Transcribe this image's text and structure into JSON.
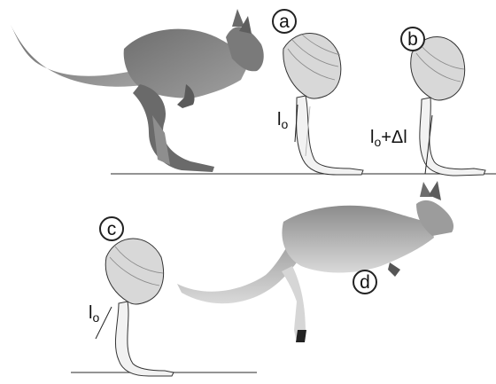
{
  "panels": {
    "a": {
      "letter": "a",
      "length_base": "l",
      "length_sub": "o",
      "length_suffix": ""
    },
    "b": {
      "letter": "b",
      "length_base": "l",
      "length_sub": "o",
      "length_suffix": "+Δl"
    },
    "c": {
      "letter": "c",
      "length_base": "l",
      "length_sub": "o",
      "length_suffix": ""
    },
    "d": {
      "letter": "d"
    }
  },
  "colors": {
    "kangaroo_body": "#8a8a8a",
    "kangaroo_dark": "#4a4a4a",
    "leg_fill": "#f2f2f2",
    "muscle_fill": "#d8d8d8",
    "outline": "#333333",
    "ground": "#555555"
  }
}
